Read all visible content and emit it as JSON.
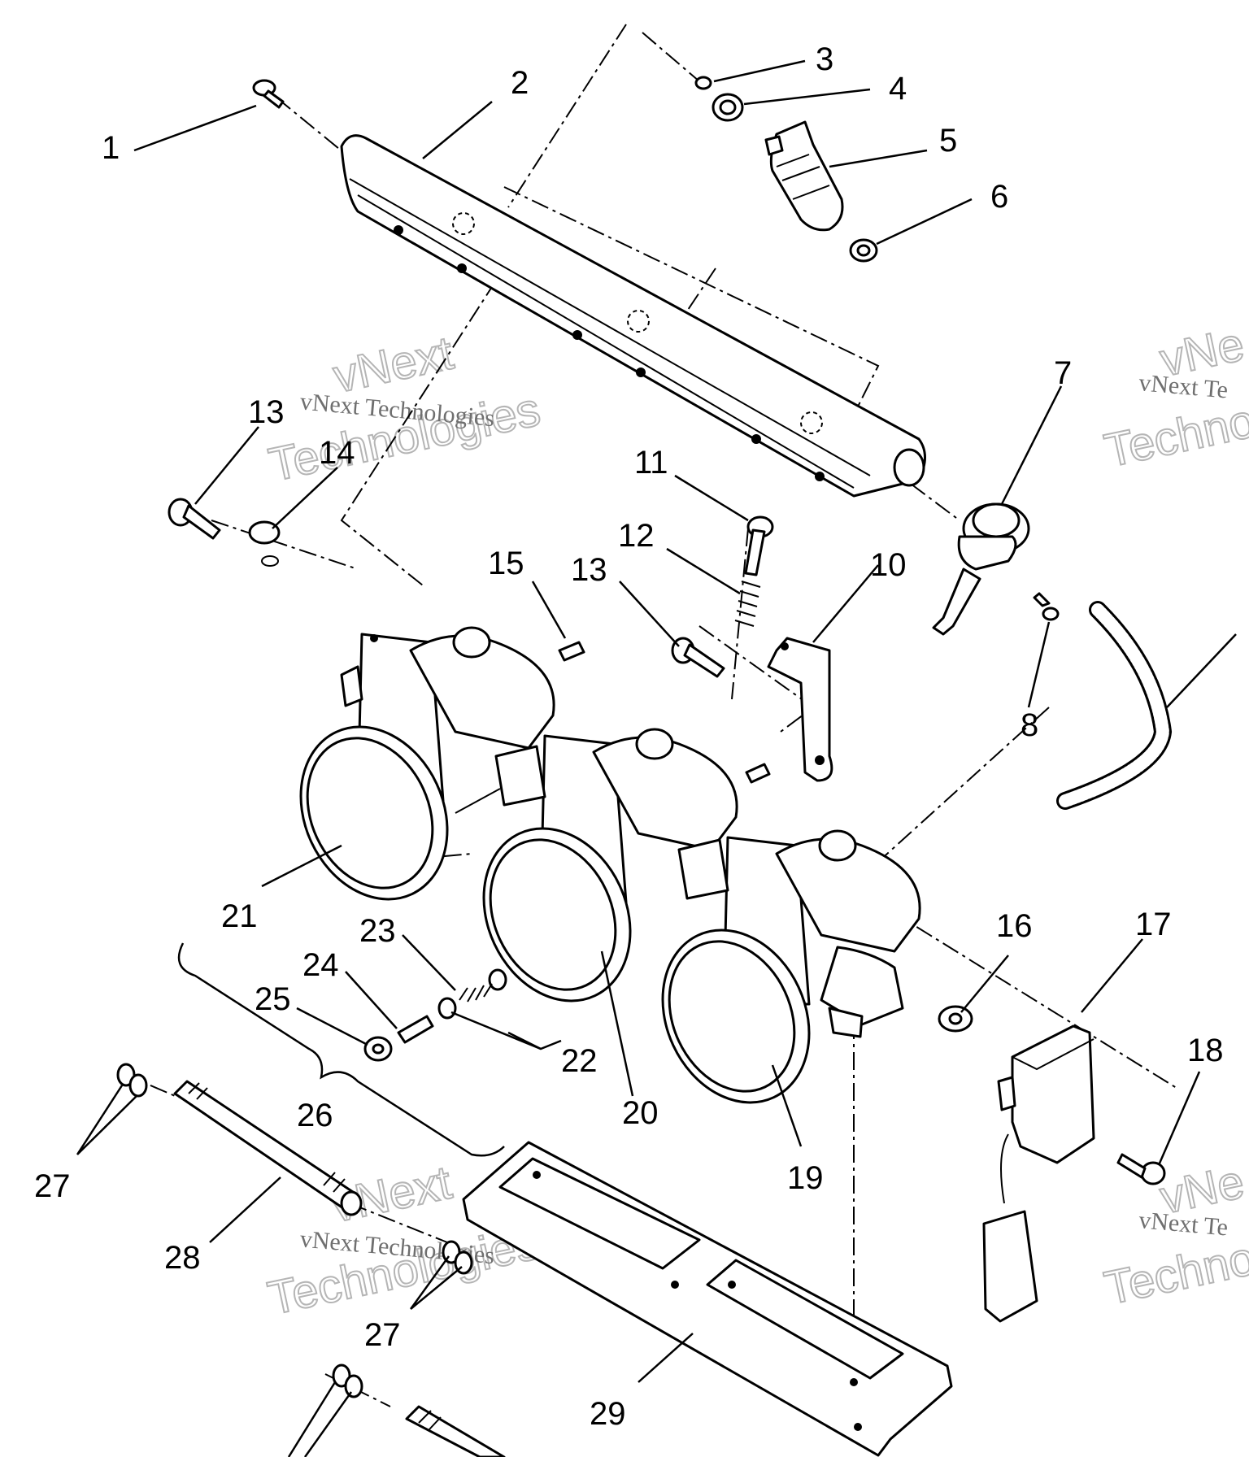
{
  "callouts": [
    "1",
    "2",
    "3",
    "4",
    "5",
    "6",
    "7",
    "8",
    "10",
    "11",
    "12",
    "13",
    "13",
    "14",
    "15",
    "16",
    "17",
    "18",
    "19",
    "20",
    "21",
    "22",
    "23",
    "24",
    "25",
    "26",
    "27",
    "27",
    "28",
    "29"
  ],
  "watermark": {
    "line1": "vNext Technologies",
    "line2": "vNext",
    "line3": "Technologies",
    "partial1": "vNext Te",
    "partial2": "vNe",
    "partial3": "Techno"
  }
}
